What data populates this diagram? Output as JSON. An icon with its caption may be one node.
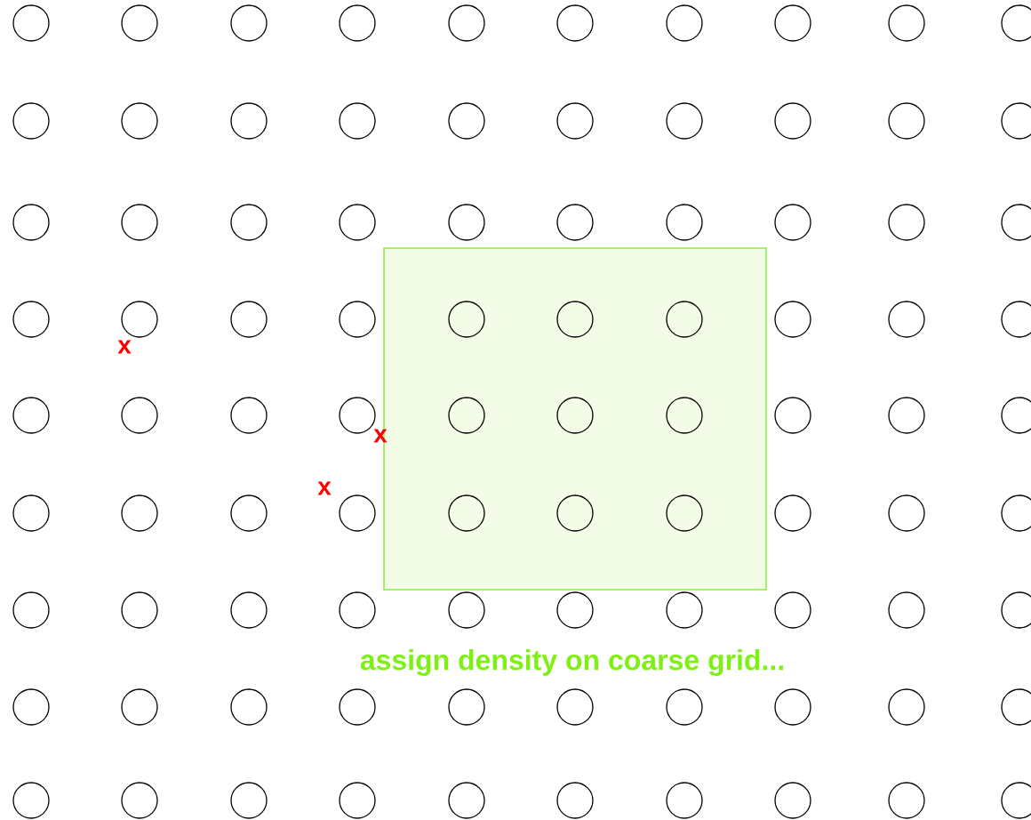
{
  "diagram": {
    "labels": [
      "x",
      "x",
      "x",
      "assign density on coarse grid..."
    ]
  }
}
